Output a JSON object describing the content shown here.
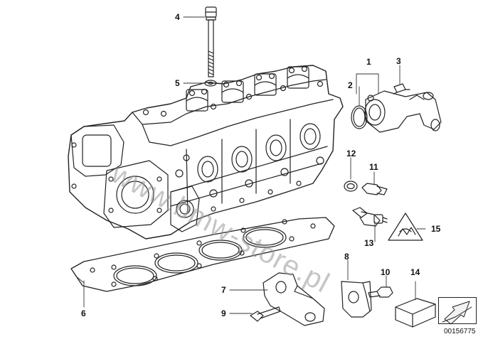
{
  "watermark": "www.bmw-store.pl",
  "diagram_number": "00156775",
  "colors": {
    "line": "#222222",
    "leader": "#333333",
    "watermark": "#969696"
  },
  "nav_icon": "arrow-down-left-icon",
  "callouts": {
    "c1": "1",
    "c2": "2",
    "c3": "3",
    "c4": "4",
    "c5": "5",
    "c6": "6",
    "c7": "7",
    "c8": "8",
    "c9": "9",
    "c10": "10",
    "c11": "11",
    "c12": "12",
    "c13": "13",
    "c14": "14",
    "c15": "15"
  }
}
